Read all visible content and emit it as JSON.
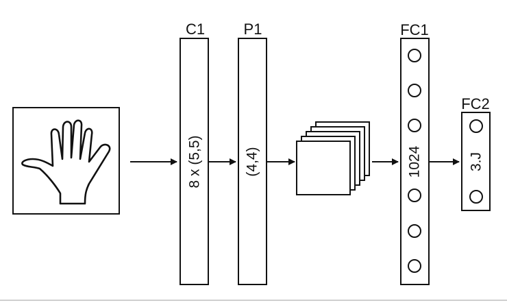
{
  "diagram": {
    "layers": {
      "c1": {
        "label": "C1",
        "text": "8 x (5,5)"
      },
      "p1": {
        "label": "P1",
        "text": "(4,4)"
      },
      "fc1": {
        "label": "FC1",
        "text": "1024"
      },
      "fc2": {
        "label": "FC2",
        "text": "3.J"
      }
    },
    "icons": {
      "input": "hand-outline-icon",
      "feature_maps": "stacked-feature-maps-icon"
    },
    "colors": {
      "stroke": "#111111",
      "background": "#ffffff"
    }
  }
}
